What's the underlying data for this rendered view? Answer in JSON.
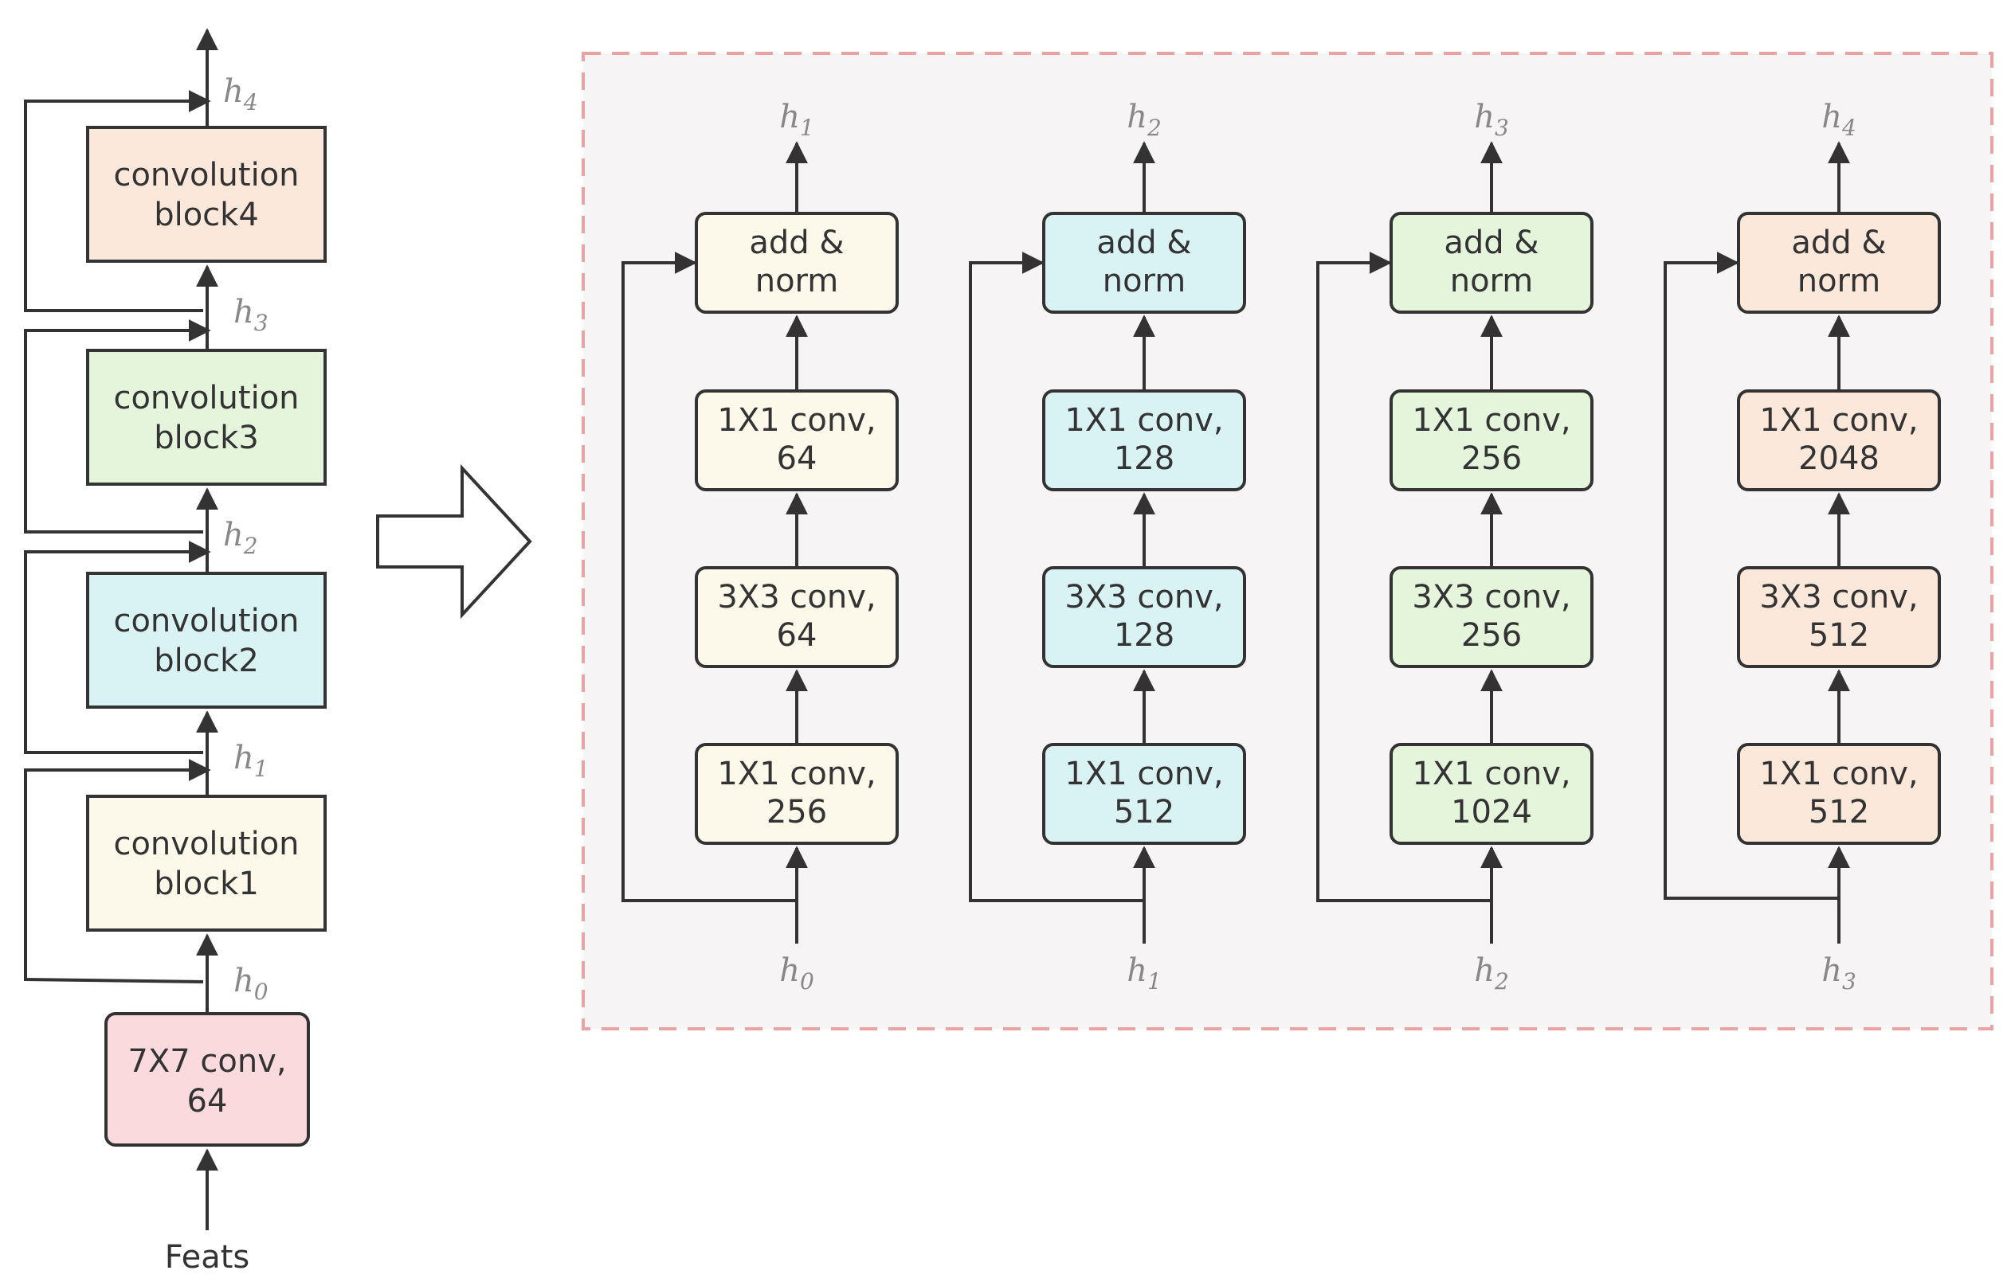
{
  "left_chain": {
    "input_label": "Feats",
    "stem": {
      "line1": "7X7 conv,",
      "line2": "64",
      "color": "#fadadd"
    },
    "blocks": [
      {
        "line1": "convolution",
        "line2": "block1",
        "color": "#fcf8ea"
      },
      {
        "line1": "convolution",
        "line2": "block2",
        "color": "#d9f3f4"
      },
      {
        "line1": "convolution",
        "line2": "block3",
        "color": "#e4f5dc"
      },
      {
        "line1": "convolution",
        "line2": "block4",
        "color": "#fce8da"
      }
    ],
    "h_labels": [
      {
        "base": "h",
        "sub": "0"
      },
      {
        "base": "h",
        "sub": "1"
      },
      {
        "base": "h",
        "sub": "2"
      },
      {
        "base": "h",
        "sub": "3"
      },
      {
        "base": "h",
        "sub": "4"
      }
    ]
  },
  "detail_panel": {
    "border_color": "#e9a3a3",
    "background": "#f6f4f5",
    "columns": [
      {
        "color": "#fcf8ea",
        "input": {
          "base": "h",
          "sub": "0"
        },
        "output": {
          "base": "h",
          "sub": "1"
        },
        "boxes": [
          {
            "line1": "add &",
            "line2": "norm"
          },
          {
            "line1": "1X1 conv,",
            "line2": "64"
          },
          {
            "line1": "3X3 conv,",
            "line2": "64"
          },
          {
            "line1": "1X1 conv,",
            "line2": "256"
          }
        ]
      },
      {
        "color": "#d9f3f4",
        "input": {
          "base": "h",
          "sub": "1"
        },
        "output": {
          "base": "h",
          "sub": "2"
        },
        "boxes": [
          {
            "line1": "add &",
            "line2": "norm"
          },
          {
            "line1": "1X1 conv,",
            "line2": "128"
          },
          {
            "line1": "3X3 conv,",
            "line2": "128"
          },
          {
            "line1": "1X1 conv,",
            "line2": "512"
          }
        ]
      },
      {
        "color": "#e4f5dc",
        "input": {
          "base": "h",
          "sub": "2"
        },
        "output": {
          "base": "h",
          "sub": "3"
        },
        "boxes": [
          {
            "line1": "add &",
            "line2": "norm"
          },
          {
            "line1": "1X1 conv,",
            "line2": "256"
          },
          {
            "line1": "3X3 conv,",
            "line2": "256"
          },
          {
            "line1": "1X1 conv,",
            "line2": "1024"
          }
        ]
      },
      {
        "color": "#fce8da",
        "input": {
          "base": "h",
          "sub": "3"
        },
        "output": {
          "base": "h",
          "sub": "4"
        },
        "boxes": [
          {
            "line1": "add &",
            "line2": "norm"
          },
          {
            "line1": "1X1 conv,",
            "line2": "2048"
          },
          {
            "line1": "3X3 conv,",
            "line2": "512"
          },
          {
            "line1": "1X1 conv,",
            "line2": "512"
          }
        ]
      }
    ]
  },
  "expand_arrow": {
    "icon": "hollow-right-arrow-icon"
  }
}
